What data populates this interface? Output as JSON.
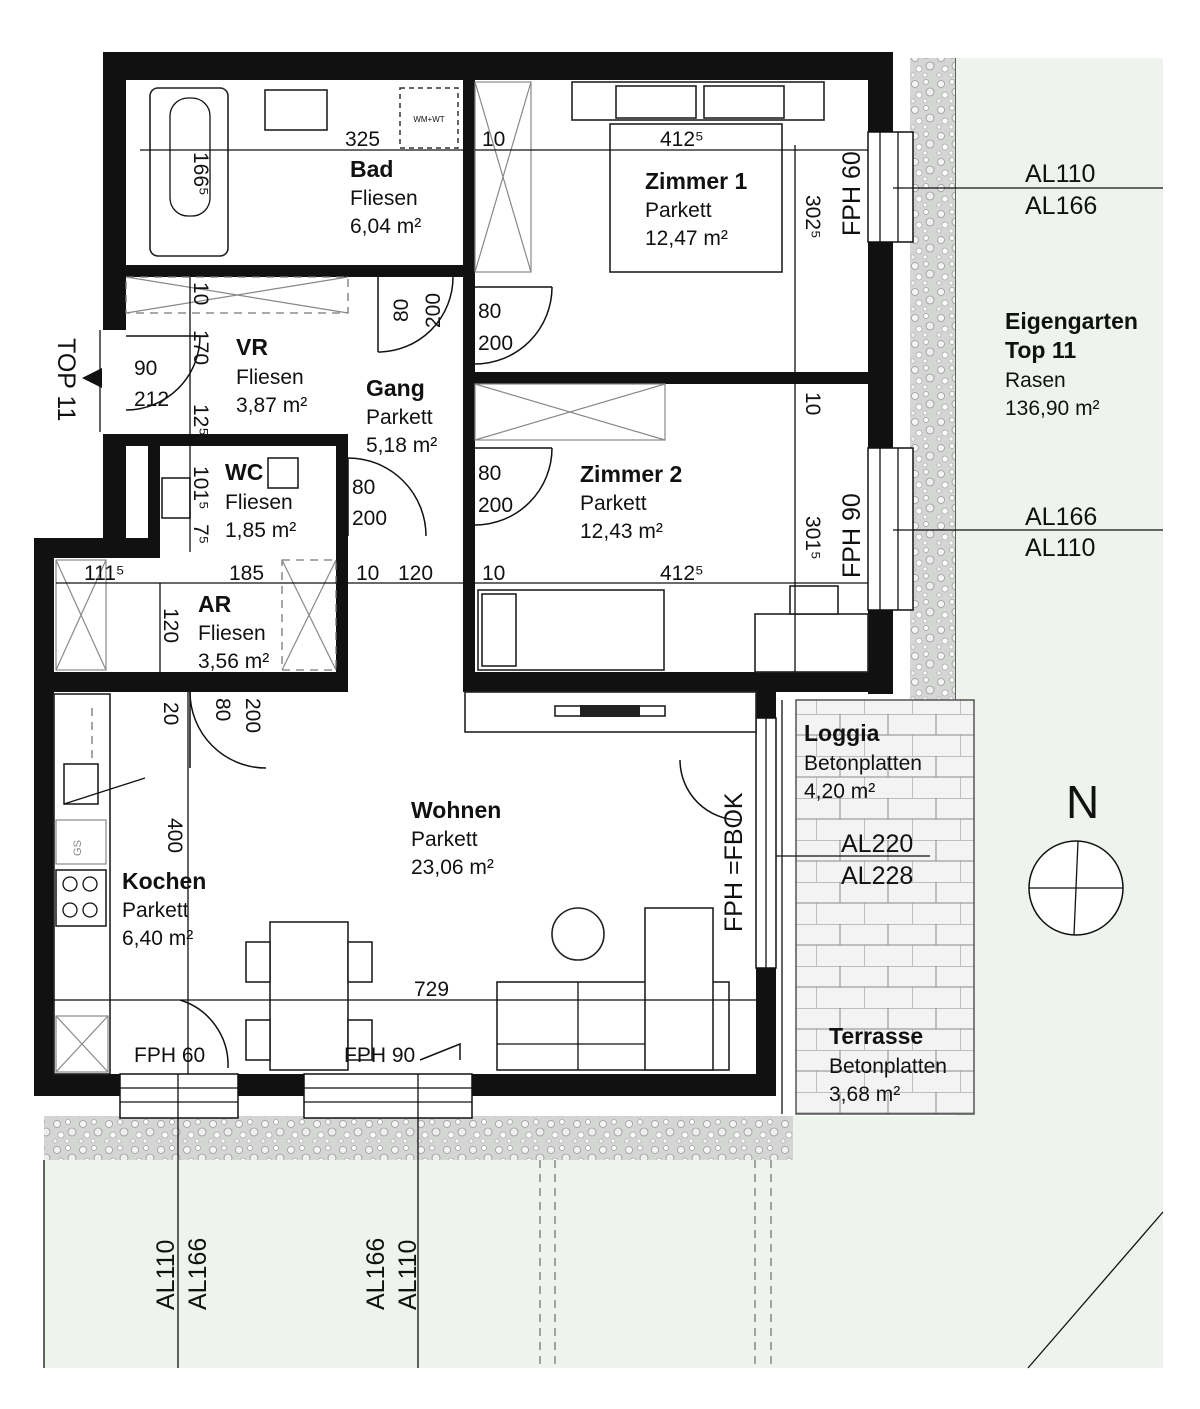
{
  "rooms": {
    "bad": {
      "name": "Bad",
      "floor": "Fliesen",
      "area": "6,04 m²"
    },
    "zimmer1": {
      "name": "Zimmer 1",
      "floor": "Parkett",
      "area": "12,47 m²"
    },
    "vr": {
      "name": "VR",
      "floor": "Fliesen",
      "area": "3,87 m²"
    },
    "gang": {
      "name": "Gang",
      "floor": "Parkett",
      "area": "5,18 m²"
    },
    "wc": {
      "name": "WC",
      "floor": "Fliesen",
      "area": "1,85 m²"
    },
    "zimmer2": {
      "name": "Zimmer 2",
      "floor": "Parkett",
      "area": "12,43 m²"
    },
    "ar": {
      "name": "AR",
      "floor": "Fliesen",
      "area": "3,56 m²"
    },
    "wohnen": {
      "name": "Wohnen",
      "floor": "Parkett",
      "area": "23,06 m²"
    },
    "kochen": {
      "name": "Kochen",
      "floor": "Parkett",
      "area": "6,40 m²"
    },
    "loggia": {
      "name": "Loggia",
      "floor": "Betonplatten",
      "area": "4,20 m²"
    },
    "terrasse": {
      "name": "Terrasse",
      "floor": "Betonplatten",
      "area": "3,68 m²"
    },
    "garden": {
      "name_line1": "Eigengarten",
      "name_line2": "Top 11",
      "floor": "Rasen",
      "area": "136,90 m²"
    }
  },
  "dimensions": {
    "bad_width": "325",
    "bad_wall": "10",
    "bathtub": "166⁵",
    "zimmer1_width": "412⁵",
    "zimmer1_depth": "302⁵",
    "vr_wall": "10",
    "vr_depth": "170",
    "vr_small": "12⁵",
    "door_bad_w": "80",
    "door_bad_h": "200",
    "door_z1_w": "80",
    "door_z1_h": "200",
    "entry_w": "90",
    "entry_h": "212",
    "door_wc_w": "80",
    "door_wc_h": "200",
    "door_z2_w": "80",
    "door_z2_h": "200",
    "wc_depth": "101⁵",
    "wc_small": "7⁵",
    "z2_wall": "10",
    "zimmer2_depth": "301⁵",
    "ar_left": "111⁵",
    "ar_width": "185",
    "gang_wall_a": "10",
    "gang_width": "120",
    "gang_wall_b": "10",
    "zimmer2_width": "412⁵",
    "ar_depth": "120",
    "ar_wall": "20",
    "door_ar_w": "80",
    "door_ar_h": "200",
    "kitchen_depth": "400",
    "wohnen_width": "729"
  },
  "labels": {
    "entry": "TOP 11",
    "wm": "WM+WT",
    "gs": "GS",
    "fph_z1": "FPH 60",
    "fph_z2": "FPH 90",
    "fph_loggia": "FPH =FBOK",
    "fph_kochen": "FPH 60",
    "fph_wohnen": "FPH 90"
  },
  "levels": {
    "right_1a": "AL110",
    "right_1b": "AL166",
    "right_2a": "AL166",
    "right_2b": "AL110",
    "loggia_a": "AL220",
    "loggia_b": "AL228",
    "bottom_1a": "AL110",
    "bottom_1b": "AL166",
    "bottom_2a": "AL166",
    "bottom_2b": "AL110"
  },
  "north": "N",
  "colors": {
    "wall": "#111111",
    "garden": "#eef4ed",
    "gravel": "#d2d4d2"
  }
}
